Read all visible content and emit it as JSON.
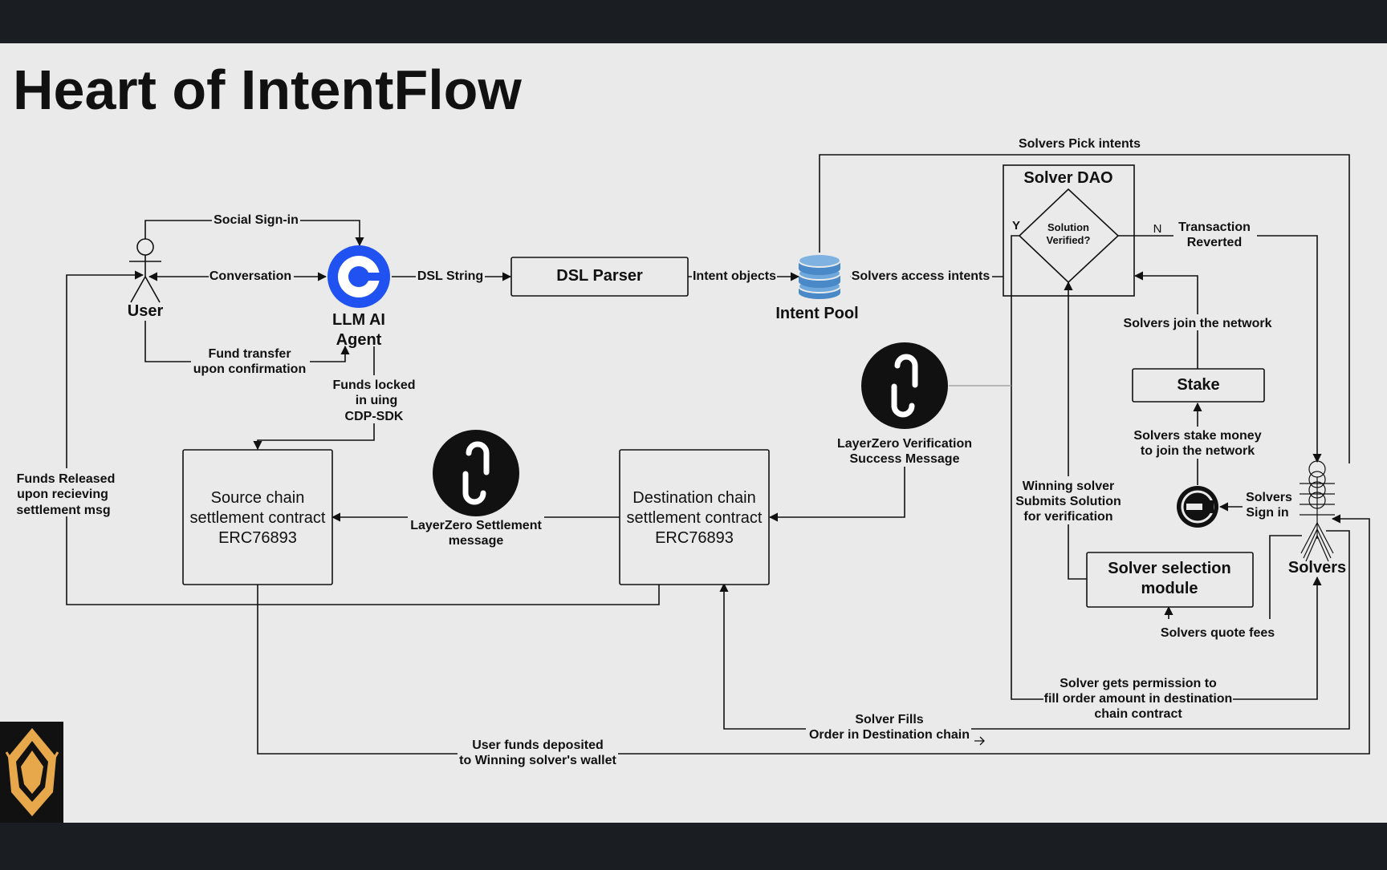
{
  "title": "Heart of IntentFlow",
  "nodes": {
    "user": "User",
    "llm_line1": "LLM AI",
    "llm_line2": "Agent",
    "dsl_parser": "DSL Parser",
    "intent_pool": "Intent Pool",
    "solver_dao": "Solver DAO",
    "decision_line1": "Solution",
    "decision_line2": "Verified?",
    "decision_yes": "Y",
    "decision_no": "N",
    "stake": "Stake",
    "solver_selection_line1": "Solver selection",
    "solver_selection_line2": "module",
    "solvers": "Solvers",
    "source_line1": "Source chain",
    "source_line2": "settlement contract",
    "source_line3": "ERC76893",
    "dest_line1": "Destination chain",
    "dest_line2": "settlement contract",
    "dest_line3": "ERC76893"
  },
  "edges": {
    "social_signin": "Social Sign-in",
    "conversation": "Conversation",
    "fund_transfer_1": "Fund transfer",
    "fund_transfer_2": "upon confirmation",
    "dsl_string": "DSL String",
    "intent_objects": "Intent objects",
    "solvers_access": "Solvers access intents",
    "solvers_pick": "Solvers Pick intents",
    "tx_reverted_1": "Transaction",
    "tx_reverted_2": "Reverted",
    "solvers_join": "Solvers join the network",
    "stake_money_1": "Solvers stake money",
    "stake_money_2": "to join the network",
    "solvers_signin_1": "Solvers",
    "solvers_signin_2": "Sign in",
    "winning_1": "Winning solver",
    "winning_2": "Submits Solution",
    "winning_3": "for verification",
    "quote_fees": "Solvers quote fees",
    "lz_verif_1": "LayerZero Verification",
    "lz_verif_2": "Success Message",
    "funds_locked_1": "Funds locked",
    "funds_locked_2": "in uing",
    "funds_locked_3": "CDP-SDK",
    "lz_settle_1": "LayerZero Settlement",
    "lz_settle_2": "message",
    "funds_released_1": "Funds Released",
    "funds_released_2": "upon recieving",
    "funds_released_3": "settlement msg",
    "permission_1": "Solver gets permission to",
    "permission_2": "fill order amount in destination",
    "permission_3": "chain contract",
    "solver_fills_1": "Solver Fills",
    "solver_fills_2": "Order in Destination chain",
    "user_funds_1": "User funds deposited",
    "user_funds_2": "to Winning solver's wallet"
  },
  "icons": {
    "user": "stick-figure-icon",
    "llm": "coinbase-logo-icon",
    "intent_pool": "database-icon",
    "layerzero": "layerzero-logo-icon",
    "stake": "worldcoin-logo-icon",
    "solvers": "stick-figure-group-icon",
    "brand": "crown-shield-logo-icon"
  },
  "colors": {
    "letterbox": "#1a1d21",
    "slide_bg": "#eaeaea",
    "ink": "#111111",
    "coinbase_blue": "#1f52f0",
    "db_blue": "#4a89c8",
    "logo_gold": "#e6a84a"
  }
}
